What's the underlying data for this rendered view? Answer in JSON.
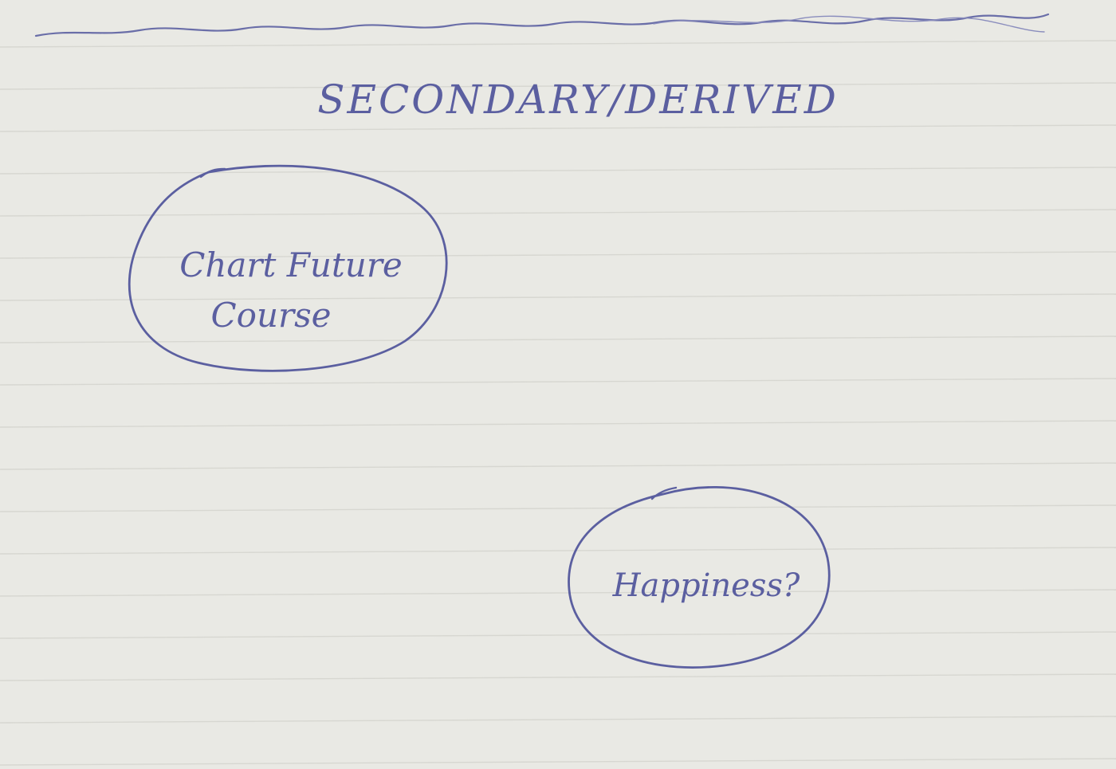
{
  "page": {
    "paper_color": "#e9e9e4",
    "rule_color": "#d7d7d1",
    "ink_color": "#5b5fa0"
  },
  "heading": {
    "text": "SECONDARY/DERIVED"
  },
  "nodes": [
    {
      "id": "chart-future-course",
      "lines": [
        "Chart Future",
        "Course"
      ]
    },
    {
      "id": "happiness",
      "lines": [
        "Happiness?"
      ]
    }
  ]
}
